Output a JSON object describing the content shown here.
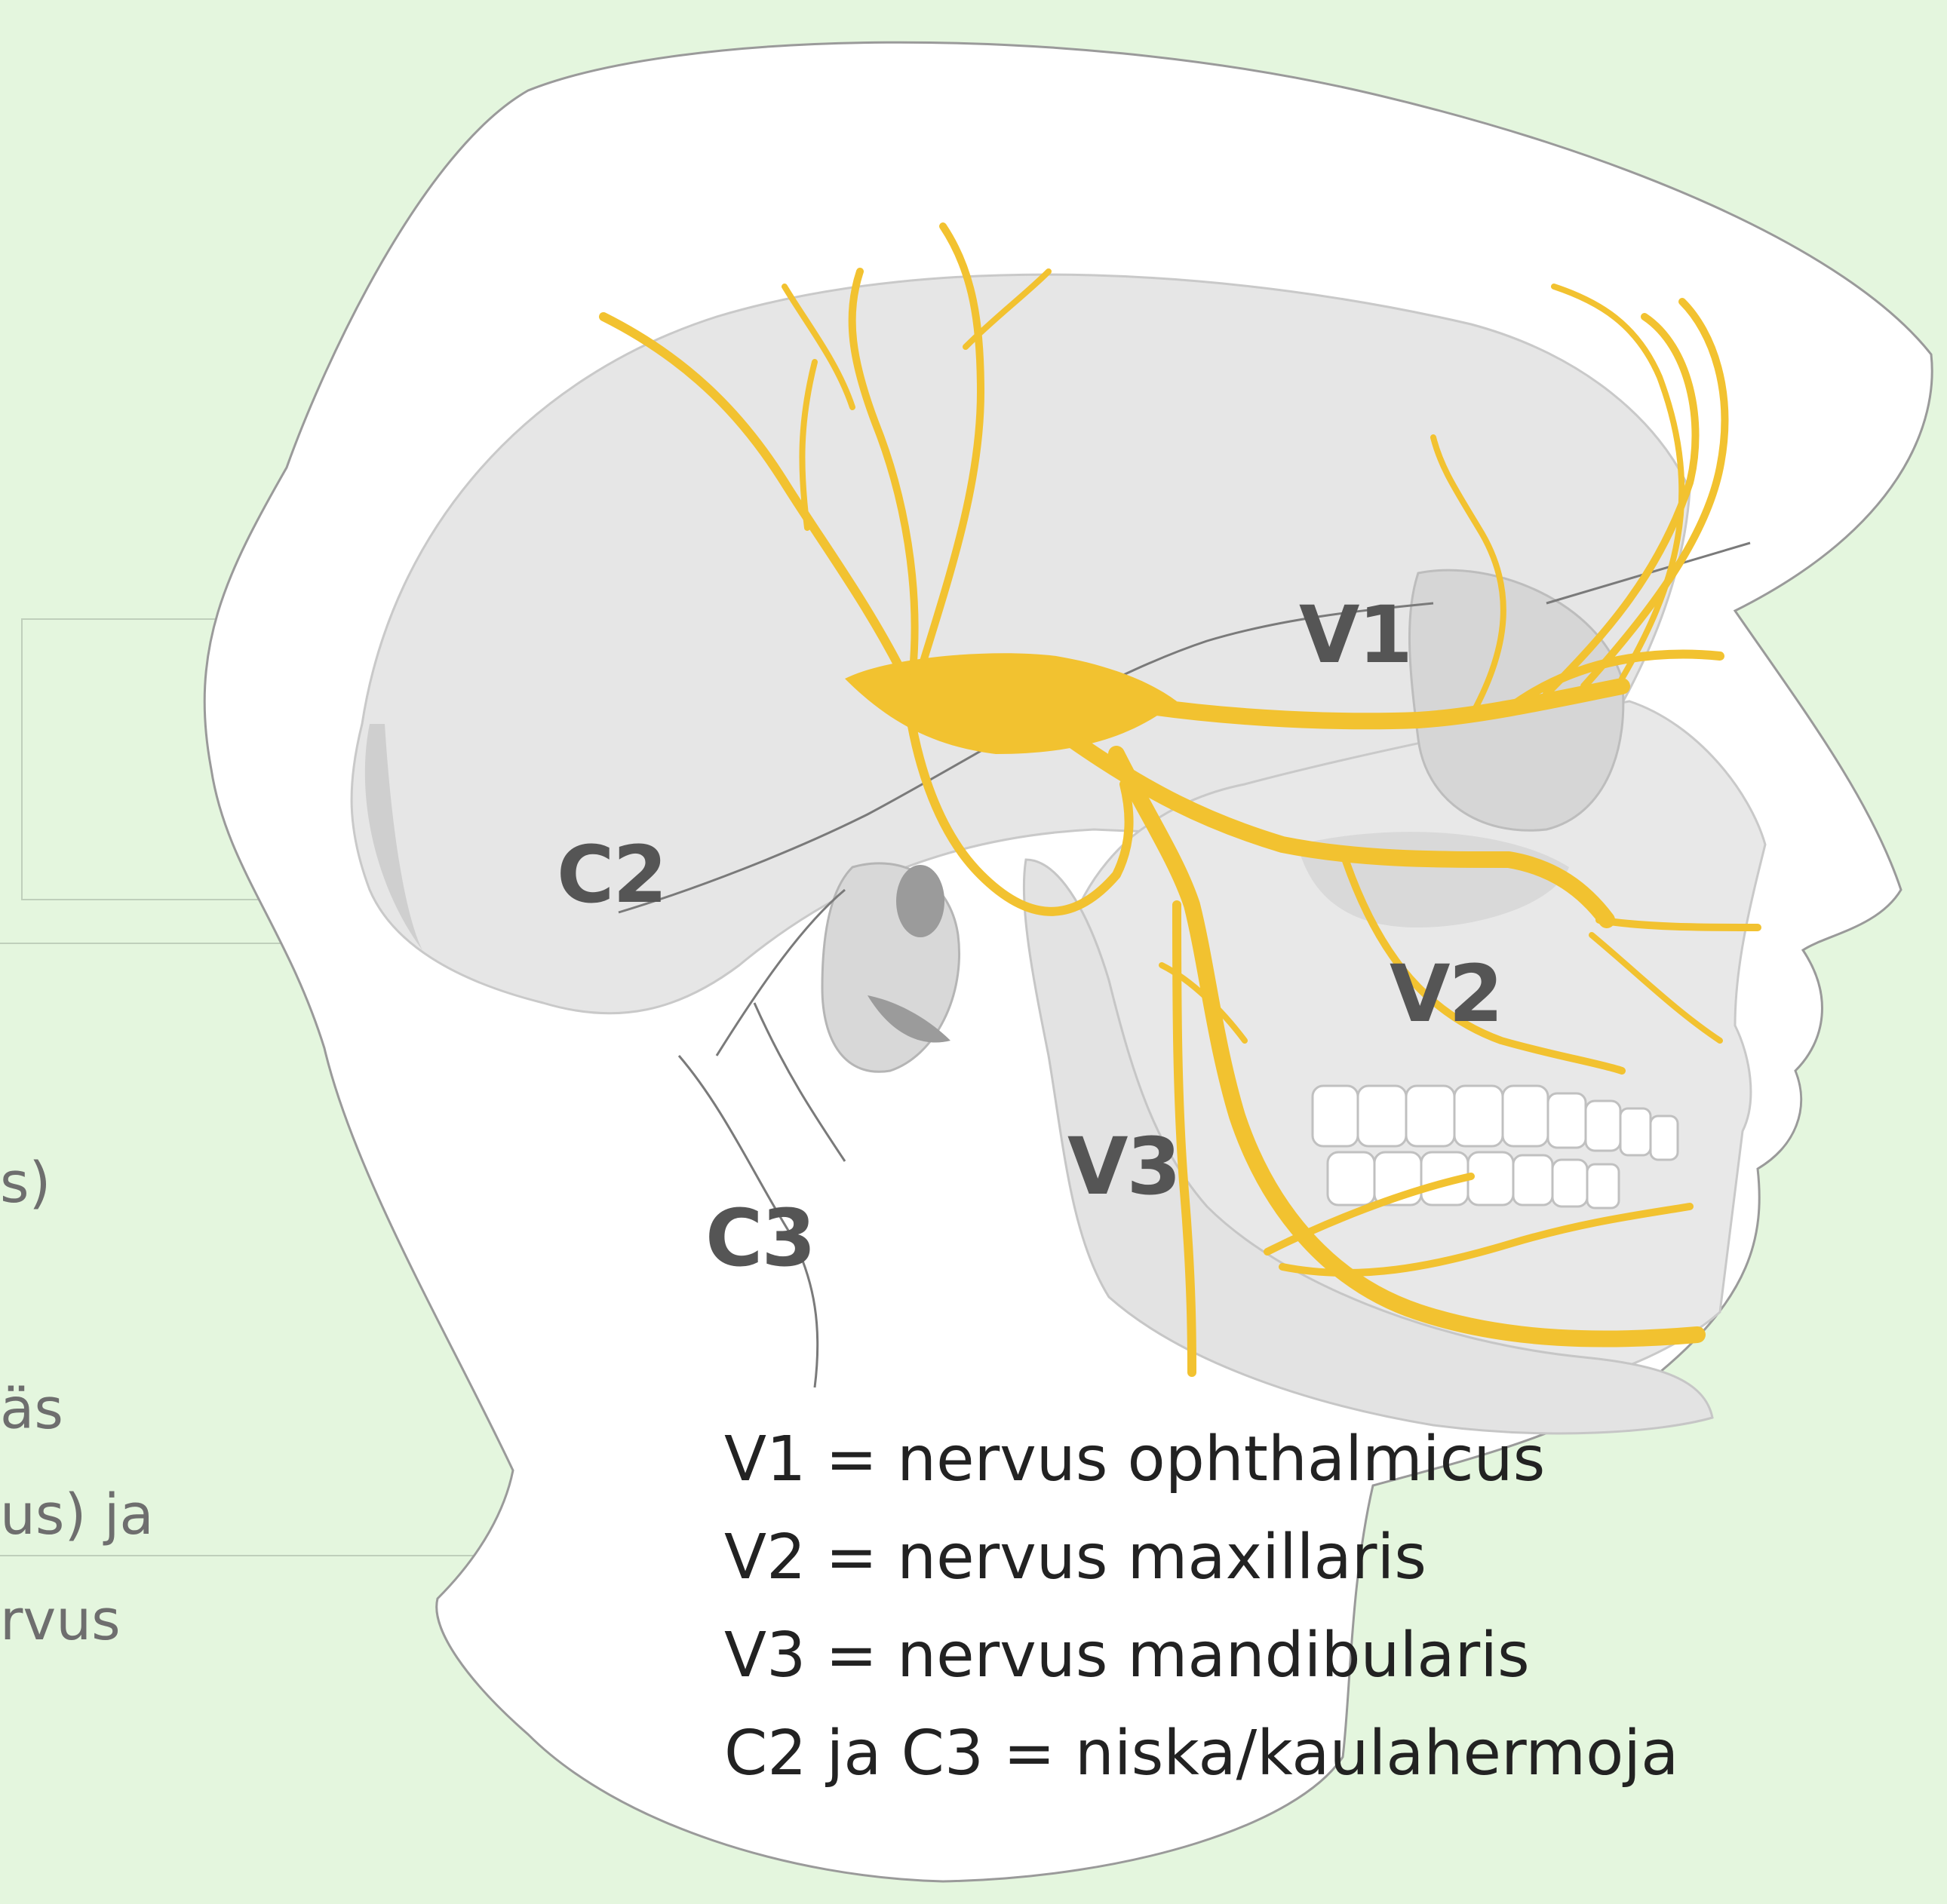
{
  "background_color": "#e4f6de",
  "left_fragments": [
    "s)",
    "äs",
    "us) ja",
    "rvus"
  ],
  "nerve_labels": {
    "v1": "V1",
    "v2": "V2",
    "v3": "V3",
    "c2": "C2",
    "c3": "C3"
  },
  "legend": [
    "V1 = nervus ophthalmicus",
    "V2 = nervus maxillaris",
    "V3 = nervus mandibularis",
    "C2 ja C3 = niska/kaulahermoja"
  ],
  "colors": {
    "nerve": "#f2c230",
    "skull": "#e6e6e6",
    "head": "#ffffff",
    "label": "#555555"
  }
}
